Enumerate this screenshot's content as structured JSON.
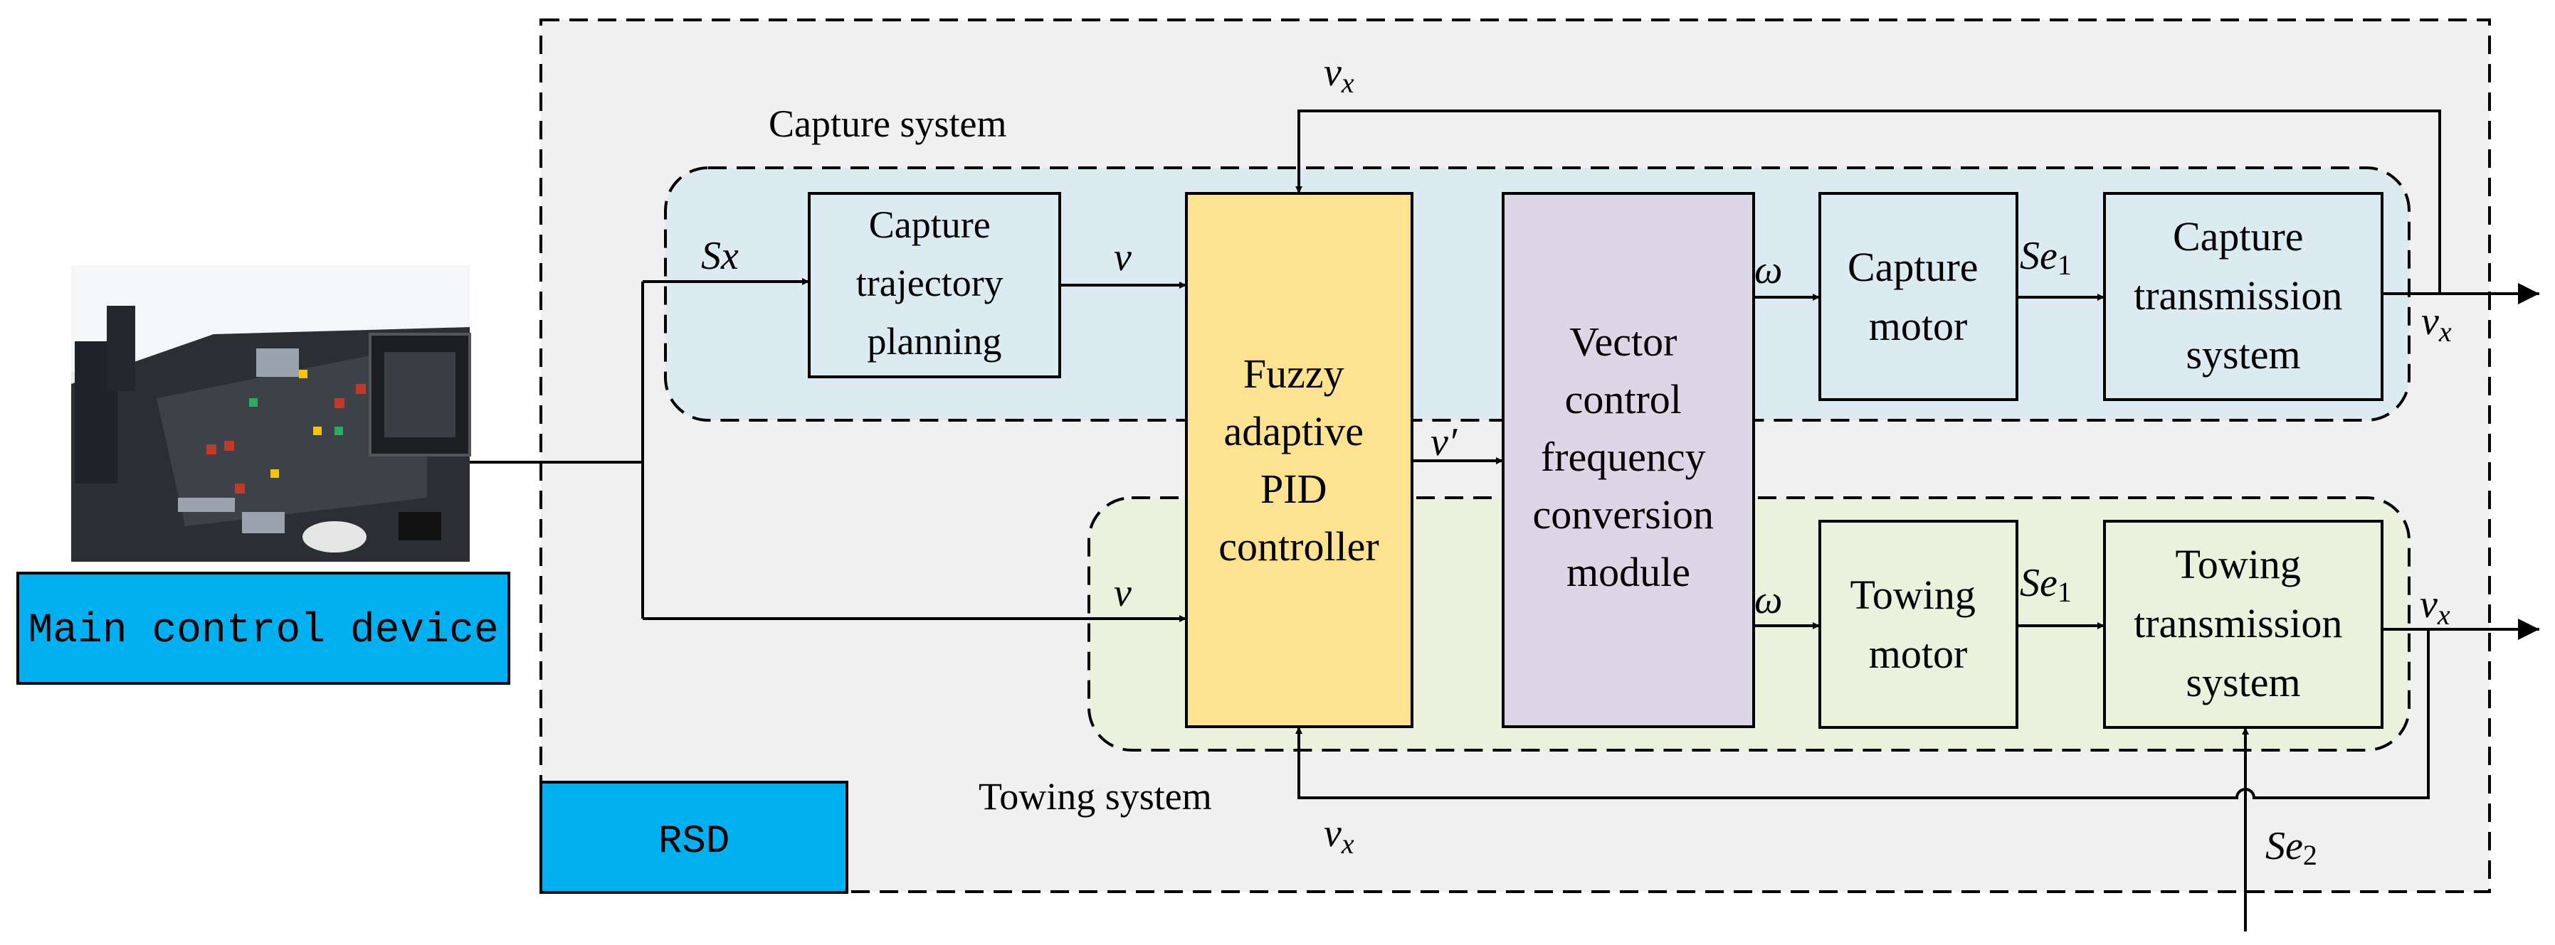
{
  "colors": {
    "rsd_fill": "#f0f0f0",
    "capture_fill": "#dcebf2",
    "towing_fill": "#eaf1dd",
    "pid_fill": "#fde38f",
    "vector_fill": "#ddd6e6",
    "blue_label": "#00b0f0",
    "line": "#000000"
  },
  "labels": {
    "capture_system": "Capture system",
    "towing_system": "Towing system",
    "main_control": "Main control device",
    "rsd": "RSD"
  },
  "blocks": {
    "capture_planning": [
      "Capture",
      "trajectory",
      "planning"
    ],
    "pid": [
      "Fuzzy",
      "adaptive",
      "PID",
      "controller"
    ],
    "vector": [
      "Vector",
      "control",
      "frequency",
      "conversion",
      "module"
    ],
    "capture_motor": [
      "Capture",
      "motor"
    ],
    "capture_transmission": [
      "Capture",
      "transmission",
      "system"
    ],
    "towing_motor": [
      "Towing",
      "motor"
    ],
    "towing_transmission": [
      "Towing",
      "transmission",
      "system"
    ]
  },
  "signals": {
    "sx": "Sx",
    "v": "v",
    "v_prime": "v′",
    "omega": "ω",
    "se": "Se",
    "sub_1": "1",
    "sub_2": "2",
    "vx": "v",
    "sub_x": "x"
  },
  "photo": {
    "icon": "control-console-photo"
  }
}
